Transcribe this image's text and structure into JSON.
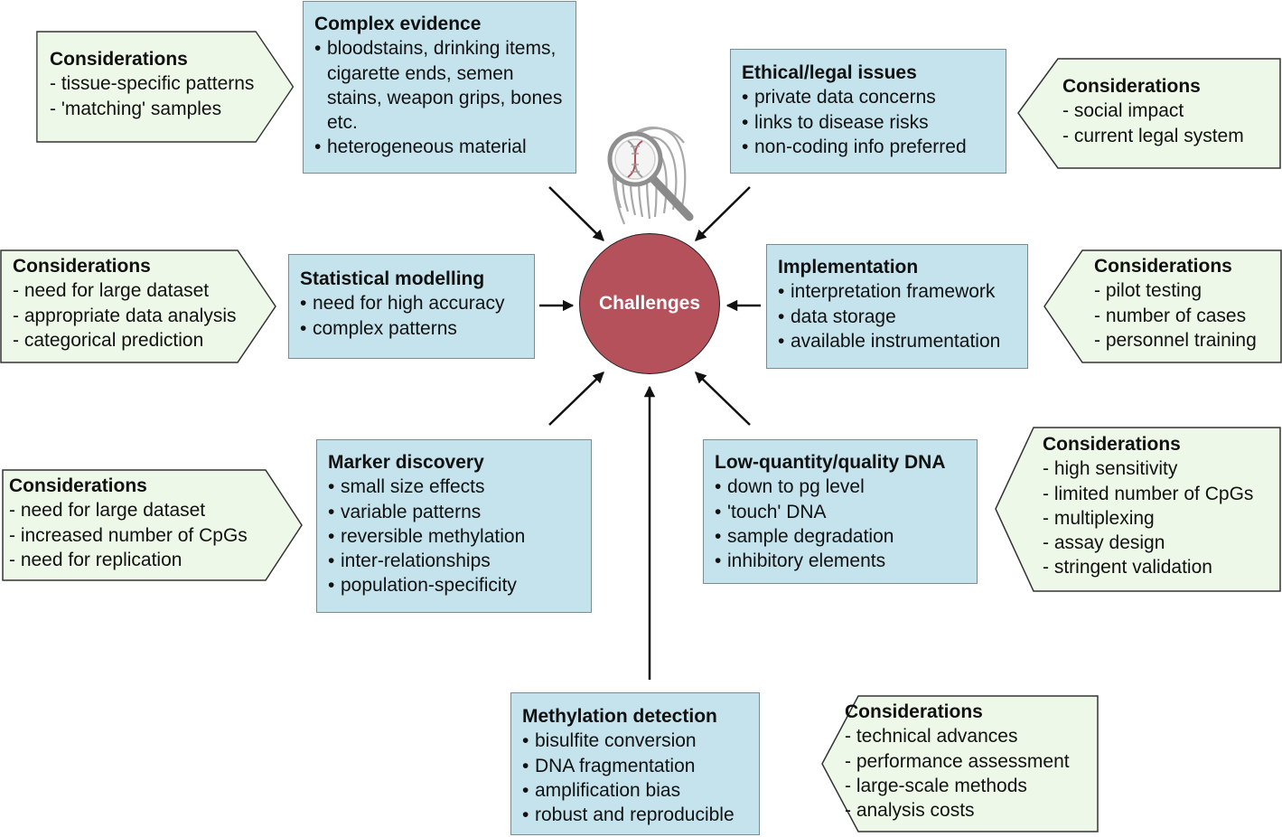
{
  "center": {
    "label": "Challenges"
  },
  "boxes": {
    "complex_evidence": {
      "title": "Complex evidence",
      "items": [
        "bloodstains, drinking items, cigarette ends, semen stains, weapon grips, bones etc.",
        "heterogeneous material"
      ]
    },
    "ethical": {
      "title": "Ethical/legal issues",
      "items": [
        "private data concerns",
        "links to disease risks",
        "non-coding info preferred"
      ]
    },
    "statistical": {
      "title": "Statistical modelling",
      "items": [
        "need for high accuracy",
        "complex patterns"
      ]
    },
    "implementation": {
      "title": "Implementation",
      "items": [
        "interpretation framework",
        "data storage",
        "available instrumentation"
      ]
    },
    "marker": {
      "title": "Marker discovery",
      "items": [
        "small size effects",
        "variable patterns",
        "reversible methylation",
        "inter-relationships",
        "population-specificity"
      ]
    },
    "lowquantity": {
      "title": "Low-quantity/quality DNA",
      "items": [
        "down to pg level",
        "'touch' DNA",
        "sample degradation",
        "inhibitory elements"
      ]
    },
    "methylation": {
      "title": "Methylation detection",
      "items": [
        "bisulfite conversion",
        "DNA fragmentation",
        "amplification bias",
        "robust and reproducible"
      ]
    }
  },
  "considerations": {
    "complex_evidence": {
      "title": "Considerations",
      "items": [
        "tissue-specific patterns",
        "'matching' samples"
      ]
    },
    "ethical": {
      "title": "Considerations",
      "items": [
        "social impact",
        "current legal system"
      ]
    },
    "statistical": {
      "title": "Considerations",
      "items": [
        "need for large dataset",
        "appropriate data analysis",
        "categorical prediction"
      ]
    },
    "implementation": {
      "title": "Considerations",
      "items": [
        "pilot testing",
        "number of cases",
        "personnel training"
      ]
    },
    "marker": {
      "title": "Considerations",
      "items": [
        "need for large dataset",
        "increased number of CpGs",
        "need for replication"
      ]
    },
    "lowquantity": {
      "title": "Considerations",
      "items": [
        "high sensitivity",
        "limited number of CpGs",
        "multiplexing",
        "assay design",
        "stringent validation"
      ]
    },
    "methylation": {
      "title": "Considerations",
      "items": [
        "technical advances",
        "performance assessment",
        "large-scale methods",
        "analysis costs"
      ]
    }
  },
  "colors": {
    "challenge_box": "#c5e3ec",
    "consideration_box": "#eef8e8",
    "center_circle": "#b5515a",
    "border": "#7a8c93"
  },
  "icons": {
    "center_icon": "fingerprint-magnifier-icon"
  }
}
